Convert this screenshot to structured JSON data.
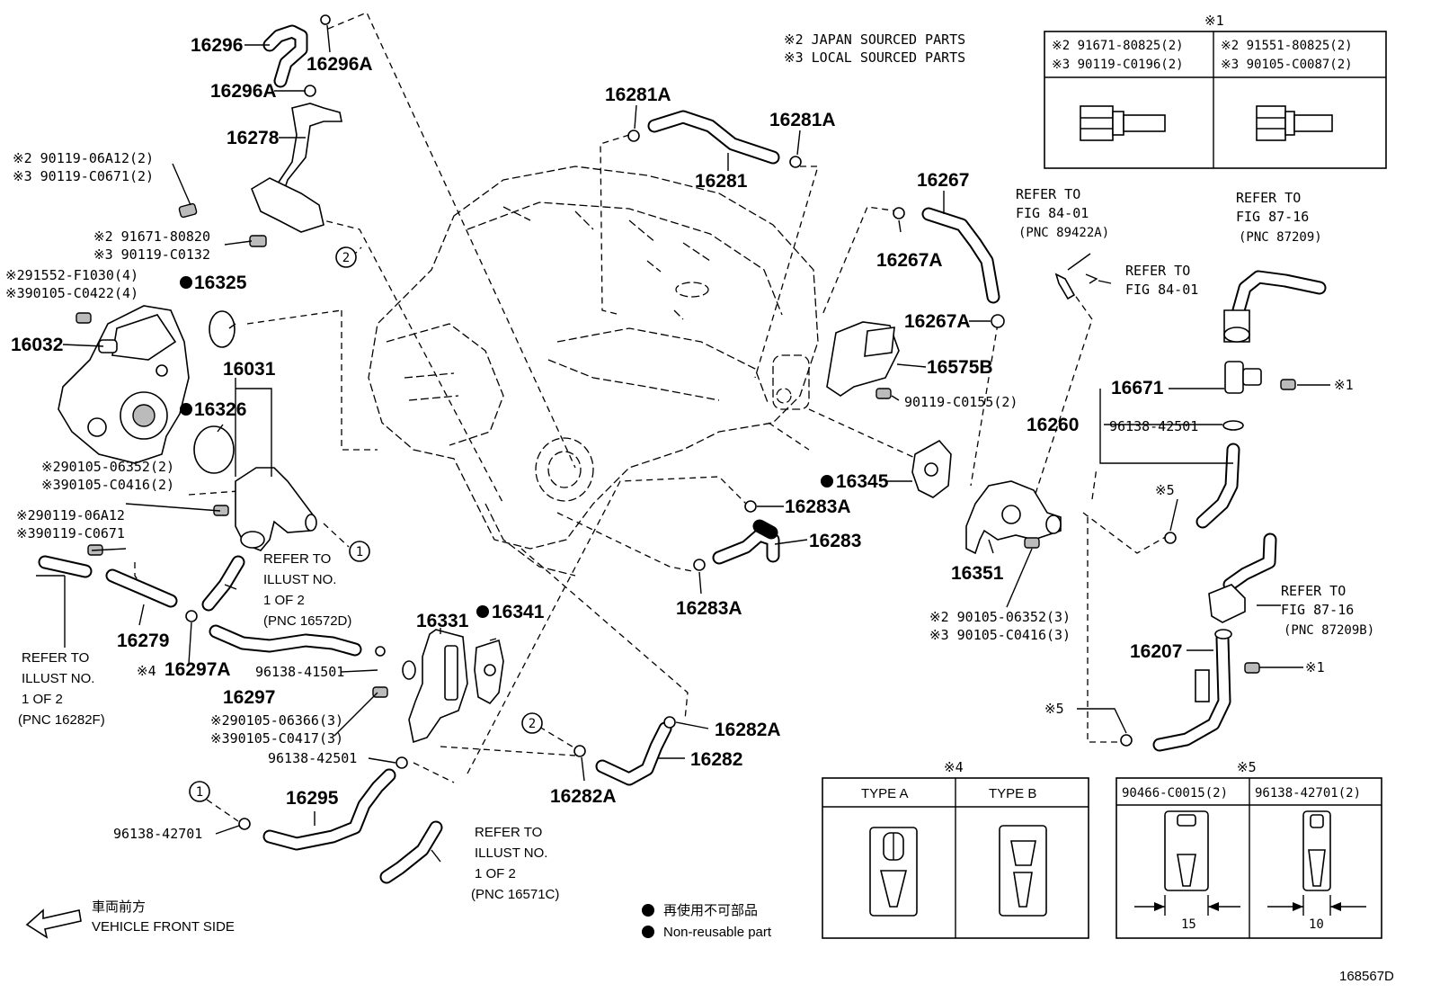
{
  "notes": {
    "ref1_mark": "※1",
    "note2": "※2  JAPAN SOURCED PARTS",
    "note3": "※3  LOCAL SOURCED PARTS"
  },
  "bolt_table": {
    "mark": "※1",
    "col1_a": "※2 91671-80825(2)",
    "col1_b": "※3 90119-C0196(2)",
    "col2_a": "※2 91551-80825(2)",
    "col2_b": "※3 90105-C0087(2)"
  },
  "type_table": {
    "mark": "※4",
    "type_a": "TYPE A",
    "type_b": "TYPE B"
  },
  "clip_table": {
    "mark": "※5",
    "col1": "90466-C0015(2)",
    "col2": "96138-42701(2)",
    "dim1": "15",
    "dim2": "10"
  },
  "legend": {
    "jp": "再使用不可部品",
    "en": "Non-reusable part"
  },
  "front": {
    "jp": "車両前方",
    "en": "VEHICLE FRONT SIDE"
  },
  "figure_id": "168567D",
  "callout_1": "1",
  "callout_2": "2",
  "part_labels": [
    "16296",
    "16296A",
    "16296A",
    "16278",
    "16325",
    "16032",
    "16031",
    "16326",
    "16279",
    "16297A",
    "16297",
    "16295",
    "16331",
    "16341",
    "16281A",
    "16281",
    "16281A",
    "16267",
    "16267A",
    "16267A",
    "16575B",
    "16345",
    "16283A",
    "16283",
    "16283A",
    "16351",
    "16671",
    "16260",
    "16207",
    "16282A",
    "16282",
    "16282A"
  ],
  "part_numbers": {
    "bolt_a2": "※2 90119-06A12(2)",
    "bolt_a3": "※3 90119-C0671(2)",
    "bolt_b2": "※2 91671-80820",
    "bolt_b3": "※3 90119-C0132",
    "bolt_c2": "※291552-F1030(4)",
    "bolt_c3": "※390105-C0422(4)",
    "bolt_d2": "※290105-06352(2)",
    "bolt_d3": "※390105-C0416(2)",
    "bolt_e2": "※290119-06A12",
    "bolt_e3": "※390119-C0671",
    "mark4": "※4",
    "clamp_41501": "96138-41501",
    "bolt_f2": "※290105-06366(3)",
    "bolt_f3": "※390105-C0417(3)",
    "clamp_42501_a": "96138-42501",
    "clamp_42701": "96138-42701",
    "bolt_g": "90119-C0155(2)",
    "clamp_42501_b": "96138-42501",
    "mark1_a": "※1",
    "mark1_b": "※1",
    "mark5_a": "※5",
    "mark5_b": "※5",
    "bolt_h2": "※2 90105-06352(3)",
    "bolt_h3": "※3 90105-C0416(3)"
  },
  "refers": {
    "r1": [
      "REFER TO",
      "ILLUST NO.",
      "1 OF 2",
      "(PNC 16572D)"
    ],
    "r2": [
      "REFER TO",
      "ILLUST NO.",
      "1 OF 2",
      "(PNC 16282F)"
    ],
    "r3": [
      "REFER TO",
      "ILLUST NO.",
      "1 OF 2",
      "(PNC 16571C)"
    ],
    "r4": [
      "REFER TO",
      "FIG 84-01",
      "(PNC 89422A)"
    ],
    "r5": [
      "REFER TO",
      "FIG 84-01"
    ],
    "r6": [
      "REFER TO",
      "FIG 87-16",
      "(PNC 87209)"
    ],
    "r7": [
      "REFER TO",
      "FIG 87-16",
      "(PNC 87209B)"
    ]
  }
}
